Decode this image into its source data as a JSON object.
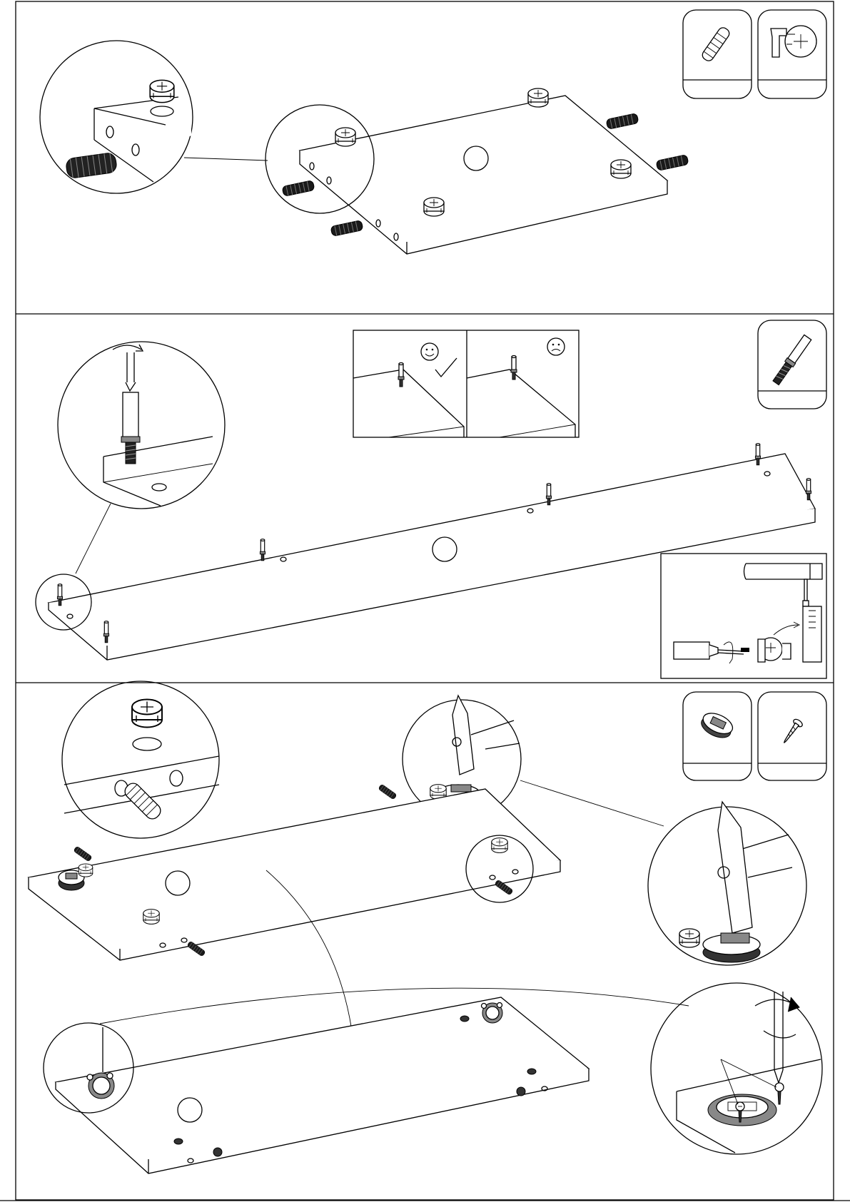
{
  "sheet": {
    "panels": [
      {
        "id": "step-1",
        "parts": [
          "wood-dowel-icon",
          "cam-lock-housing-icon"
        ]
      },
      {
        "id": "step-2",
        "parts": [
          "cam-bolt-icon"
        ],
        "comparison": [
          "smiley-face-icon",
          "sad-face-icon"
        ]
      },
      {
        "id": "step-3",
        "parts": [
          "cam-bracket-icon",
          "screw-icon"
        ]
      }
    ]
  }
}
